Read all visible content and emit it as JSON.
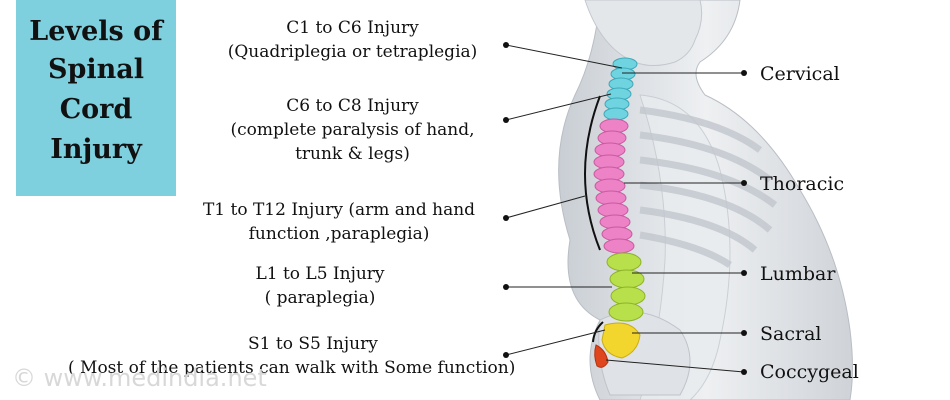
{
  "title": {
    "lines": [
      "Levels of",
      "Spinal",
      "Cord",
      "Injury"
    ]
  },
  "injuries": [
    {
      "lines": [
        "C1 to C6 Injury",
        "(Quadriplegia or tetraplegia)"
      ]
    },
    {
      "lines": [
        "C6 to C8 Injury",
        "(complete paralysis of hand,",
        "trunk & legs)"
      ]
    },
    {
      "lines": [
        "T1 to T12 Injury (arm and hand",
        "function ,paraplegia)"
      ]
    },
    {
      "lines": [
        "L1 to L5 Injury",
        "( paraplegia)"
      ]
    },
    {
      "lines": [
        "S1 to S5 Injury",
        "( Most of the patients can walk with  Some function)"
      ]
    }
  ],
  "levels": [
    "Cervical",
    "Thoracic",
    "Lumbar",
    "Sacral",
    "Coccygeal"
  ],
  "watermark": "©  www.medindia.net",
  "colors": {
    "title_box": "#7fd0df",
    "cervical": "#6fd3e0",
    "thoracic": "#ee82c6",
    "lumbar": "#b8e04a",
    "sacral": "#f2d62e",
    "coccygeal": "#e0461e",
    "body": "#d9dde2"
  }
}
